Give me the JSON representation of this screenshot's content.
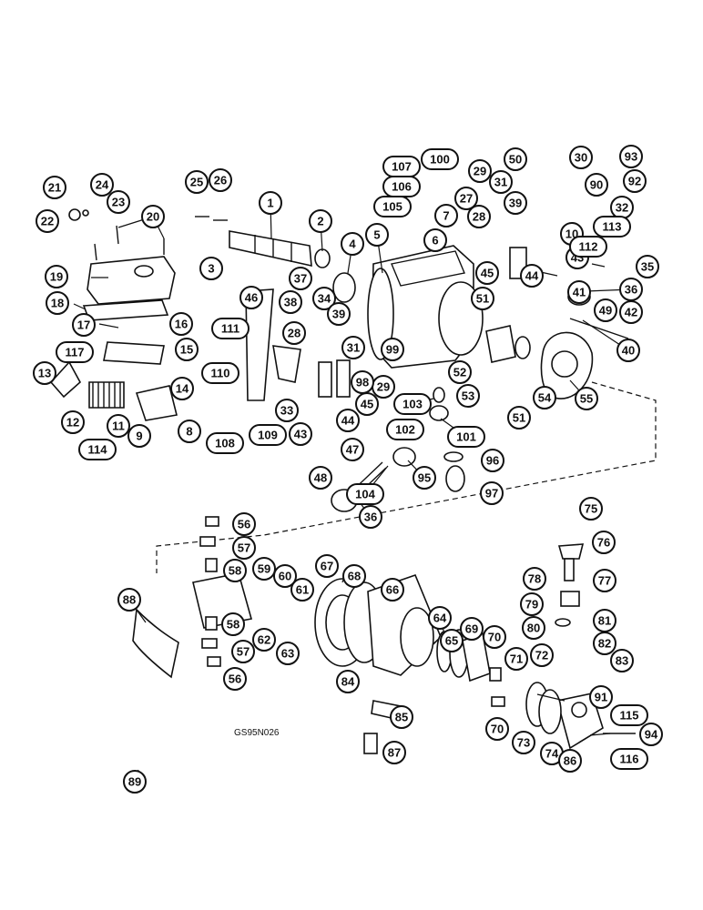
{
  "figure": {
    "reference_code": "GS95N026"
  },
  "callouts": [
    "1",
    "2",
    "3",
    "4",
    "5",
    "6",
    "7",
    "8",
    "9",
    "10",
    "11",
    "12",
    "13",
    "14",
    "15",
    "16",
    "17",
    "18",
    "19",
    "20",
    "21",
    "22",
    "23",
    "24",
    "25",
    "26",
    "27",
    "28",
    "29",
    "30",
    "31",
    "32",
    "33",
    "34",
    "35",
    "36",
    "37",
    "38",
    "39",
    "40",
    "41",
    "42",
    "43",
    "44",
    "45",
    "46",
    "47",
    "48",
    "49",
    "50",
    "51",
    "52",
    "53",
    "54",
    "55",
    "56",
    "57",
    "58",
    "59",
    "60",
    "61",
    "62",
    "63",
    "64",
    "65",
    "66",
    "67",
    "68",
    "69",
    "70",
    "71",
    "72",
    "73",
    "74",
    "75",
    "76",
    "77",
    "78",
    "79",
    "80",
    "81",
    "82",
    "83",
    "84",
    "85",
    "86",
    "87",
    "88",
    "89",
    "90",
    "91",
    "92",
    "93",
    "94",
    "95",
    "96",
    "97",
    "98",
    "99",
    "100",
    "101",
    "102",
    "103",
    "104",
    "105",
    "106",
    "107",
    "108",
    "109",
    "110",
    "111",
    "112",
    "113",
    "114",
    "115",
    "116",
    "117"
  ]
}
